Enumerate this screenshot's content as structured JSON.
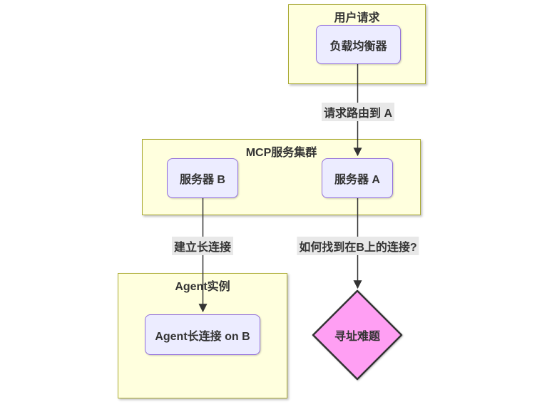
{
  "diagram": {
    "type": "flowchart-top-down",
    "clusters": {
      "user_request": {
        "title": "用户请求"
      },
      "mcp_cluster": {
        "title": "MCP服务集群"
      },
      "agent_instance": {
        "title": "Agent实例"
      }
    },
    "nodes": {
      "load_balancer": {
        "label": "负载均衡器",
        "shape": "rounded-rect"
      },
      "server_b": {
        "label": "服务器 B",
        "shape": "rounded-rect"
      },
      "server_a": {
        "label": "服务器 A",
        "shape": "rounded-rect"
      },
      "agent_connection": {
        "label": "Agent长连接 on B",
        "shape": "rounded-rect"
      },
      "addressing_problem": {
        "label": "寻址难题",
        "shape": "diamond"
      }
    },
    "edges": {
      "lb_to_server_a": {
        "from": "负载均衡器",
        "to": "服务器 A",
        "label": "请求路由到 A"
      },
      "server_b_to_agent": {
        "from": "服务器 B",
        "to": "Agent长连接 on B",
        "label": "建立长连接"
      },
      "server_a_to_problem": {
        "from": "服务器 A",
        "to": "寻址难题",
        "label": "如何找到在B上的连接?"
      }
    },
    "colors": {
      "cluster_fill": "#ffffde",
      "cluster_border": "#aaaa33",
      "node_fill": "#ECECFF",
      "node_border": "#9370DB",
      "diamond_fill": "#ff9ff3",
      "diamond_border": "#333333",
      "edge_color": "#333333",
      "edge_label_bg": "#e8e8e8",
      "text_color": "#333333",
      "background": "#ffffff"
    }
  }
}
